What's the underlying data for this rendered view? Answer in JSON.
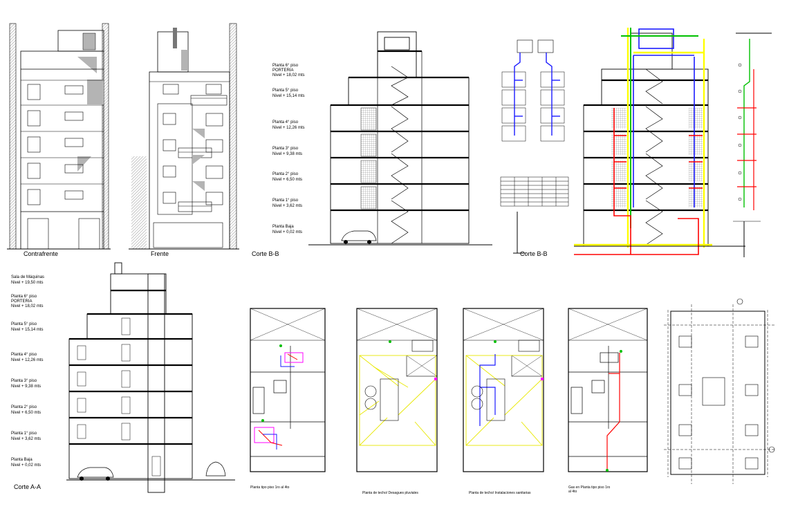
{
  "drawing_titles": {
    "contrafrente": "Contrafrente",
    "frente": "Frente",
    "corte_bb_1": "Corte B-B",
    "corte_bb_2": "Corte B-B",
    "corte_aa": "Corte A-A"
  },
  "corte_bb_levels": [
    {
      "name": "Planta 6° piso",
      "sub": "PORTERIA",
      "level": "Nivel + 18,02 mts"
    },
    {
      "name": "Planta 5° piso",
      "sub": "",
      "level": "Nivel + 15,14 mts"
    },
    {
      "name": "Planta 4° piso",
      "sub": "",
      "level": "Nivel + 12,26 mts"
    },
    {
      "name": "Planta 3° piso",
      "sub": "",
      "level": "Nivel + 9,38 mts"
    },
    {
      "name": "Planta 2° piso",
      "sub": "",
      "level": "Nivel + 6,50 mts"
    },
    {
      "name": "Planta 1° piso",
      "sub": "",
      "level": "Nivel + 3,62 mts"
    },
    {
      "name": "Planta Baja",
      "sub": "",
      "level": "Nivel + 0,02 mts"
    }
  ],
  "corte_aa_levels": [
    {
      "name": "Sala de Máquinas",
      "sub": "",
      "level": "Nivel + 19,50 mts"
    },
    {
      "name": "Planta 6° piso",
      "sub": "PORTERIA",
      "level": "Nivel + 18,02 mts"
    },
    {
      "name": "Planta 5° piso",
      "sub": "",
      "level": "Nivel + 15,14 mts"
    },
    {
      "name": "Planta 4° piso",
      "sub": "",
      "level": "Nivel + 12,26 mts"
    },
    {
      "name": "Planta 3° piso",
      "sub": "",
      "level": "Nivel + 9,38 mts"
    },
    {
      "name": "Planta 2° piso",
      "sub": "",
      "level": "Nivel + 6,50 mts"
    },
    {
      "name": "Planta 1° piso",
      "sub": "",
      "level": "Nivel + 3,62 mts"
    },
    {
      "name": "Planta Baja",
      "sub": "",
      "level": "Nivel + 0,02 mts"
    }
  ],
  "plan_captions": {
    "plan1": "Planta tipo piso 1ro al 4to",
    "plan2": "Planta de techo/ Desagues pluviales",
    "plan3": "Planta de techo/ Instalaciones sanitarias",
    "plan4_line1": "Gas en Planta tipo piso 1ro",
    "plan4_line2": "al 4to"
  },
  "colors": {
    "line": "#000000",
    "hatch": "#9a9a9a",
    "shade": "#b4b4b4",
    "water_blue": "#1a1aff",
    "drain_red": "#ff0000",
    "power_yellow": "#ffff00",
    "gas_green": "#00c000",
    "magenta": "#ff00ff"
  }
}
